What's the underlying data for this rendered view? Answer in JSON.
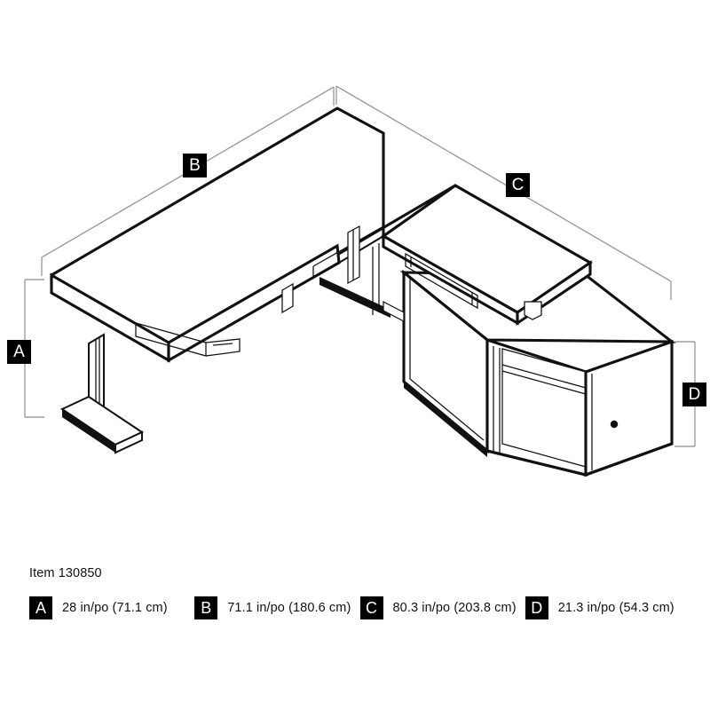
{
  "product": {
    "item_label": "Item 130850",
    "description": "L-shaped height-adjustable desk with return and credenza, isometric line drawing"
  },
  "diagram": {
    "callouts": [
      {
        "key": "A",
        "label": "A",
        "position": "left-height-dimension"
      },
      {
        "key": "B",
        "label": "B",
        "position": "rear-left-top-dimension"
      },
      {
        "key": "C",
        "label": "C",
        "position": "rear-right-top-dimension"
      },
      {
        "key": "D",
        "label": "D",
        "position": "right-credenza-height-dimension"
      }
    ],
    "line_color": "#111111",
    "dimension_line_color": "#8a8a8a",
    "background": "#ffffff"
  },
  "legend": {
    "entries": [
      {
        "badge": "A",
        "text": "28 in/po (71.1 cm)",
        "inches": "28",
        "cm": "71.1"
      },
      {
        "badge": "B",
        "text": "71.1 in/po (180.6 cm)",
        "inches": "71.1",
        "cm": "180.6"
      },
      {
        "badge": "C",
        "text": "80.3 in/po (203.8 cm)",
        "inches": "80.3",
        "cm": "203.8"
      },
      {
        "badge": "D",
        "text": "21.3 in/po (54.3 cm)",
        "inches": "21.3",
        "cm": "54.3"
      }
    ]
  }
}
